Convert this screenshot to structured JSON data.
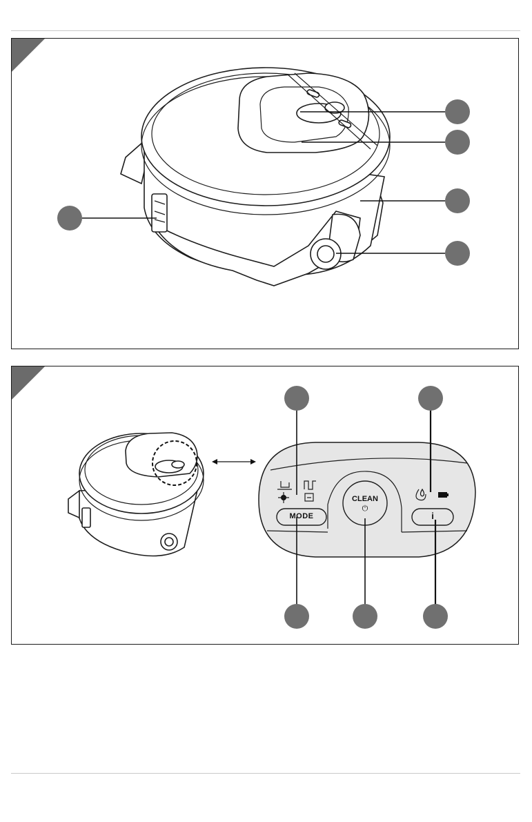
{
  "control_panel": {
    "clean_label": "CLEAN",
    "mode_label": "MODE",
    "info_label": "i",
    "power_glyph": "⏻"
  },
  "icons": {
    "top_left_mode": "floor-mode-icon",
    "top_right_mode": "zigzag-mode-icon",
    "spot_mode": "spot-mode-icon",
    "edge_mode": "edge-mode-icon",
    "water": "water-drop-icon",
    "battery": "battery-icon"
  },
  "colors": {
    "callout": "#707070",
    "panel_fill": "#e6e6e6",
    "tab": "#6b6b6b"
  }
}
